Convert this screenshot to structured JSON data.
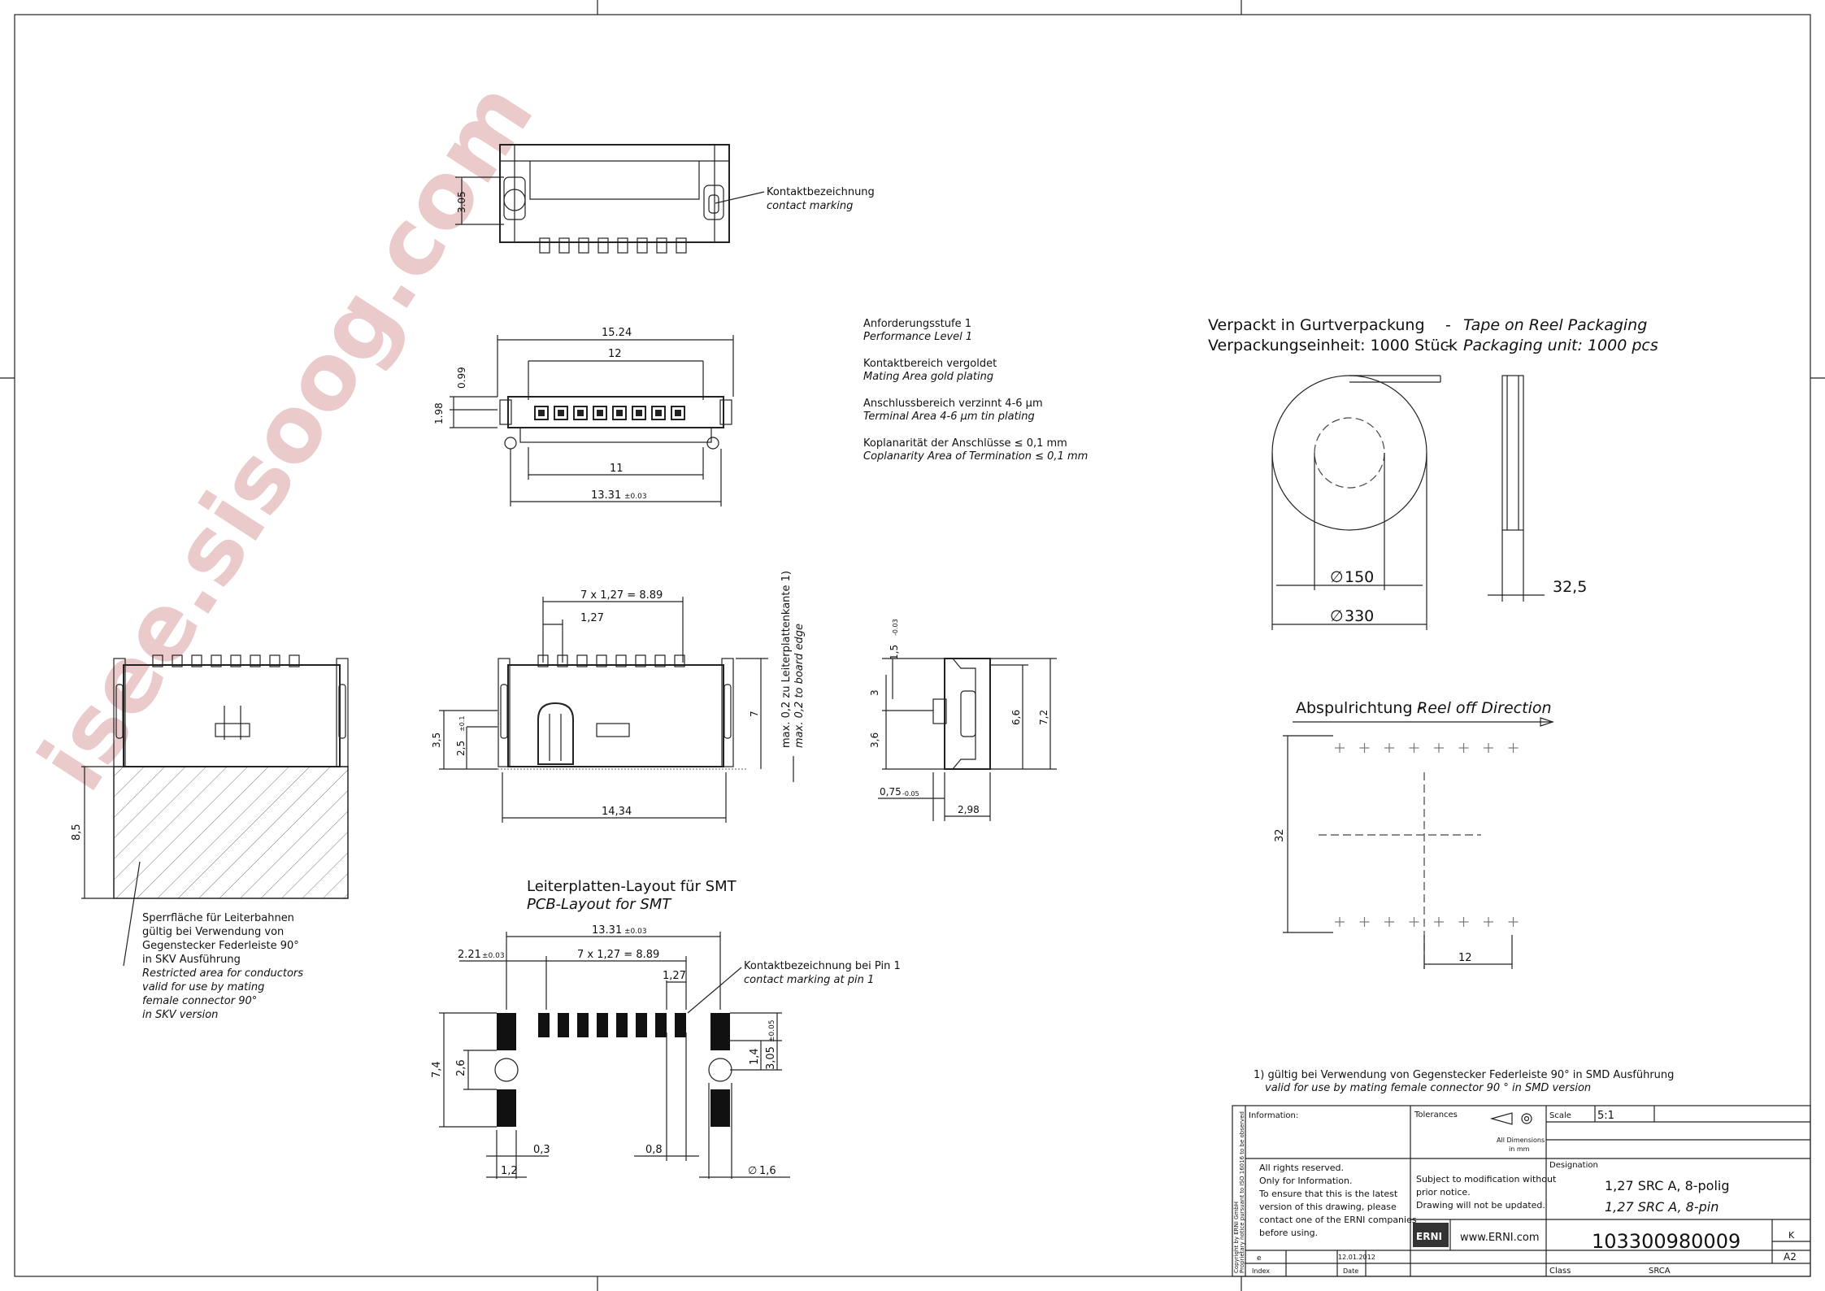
{
  "watermark": "isee.sisoog.com",
  "top_view": {
    "dim_305": "3.05",
    "callout_de": "Kontaktbezeichnung",
    "callout_en": "contact marking"
  },
  "front_view": {
    "dim_1524": "15.24",
    "dim_12": "12",
    "dim_099": "0.99",
    "dim_198": "1.98",
    "dim_11": "11",
    "dim_1331": "13.31",
    "tol_003": "±0.03"
  },
  "notes": [
    {
      "de": "Anforderungsstufe 1",
      "en": "Performance Level 1"
    },
    {
      "de": "Kontaktbereich vergoldet",
      "en": "Mating Area gold plating"
    },
    {
      "de": "Anschlussbereich verzinnt 4-6 µm",
      "en": "Terminal Area 4-6 µm tin plating"
    },
    {
      "de": "Koplanarität der Anschlüsse ≤ 0,1 mm",
      "en": "Coplanarity Area of Termination ≤ 0,1 mm"
    }
  ],
  "packaging": {
    "line1_de": "Verpackt in Gurtverpackung",
    "line1_sep": "-",
    "line1_en": "Tape on Reel Packaging",
    "line2_de": "Verpackungseinheit:  1000 Stück",
    "line2_sep": "-",
    "line2_en": "Packaging unit:  1000 pcs",
    "d150": "150",
    "d330": "330",
    "w325": "32,5",
    "dia": "∅"
  },
  "reel_off": {
    "title_de": "Abspulrichtung -",
    "title_en": "Reel off Direction",
    "dim32": "32",
    "dim12": "12"
  },
  "restricted": {
    "dim85": "8,5",
    "de": [
      "Sperrfläche für Leiterbahnen",
      "gültig bei Verwendung von",
      "Gegenstecker Federleiste 90°",
      "in SKV Ausführung"
    ],
    "en": [
      "Restricted area for conductors",
      "valid for use by mating",
      "female connector 90°",
      "in SKV version"
    ]
  },
  "pin_view": {
    "pitch_total": "7 x 1,27 = 8.89",
    "pitch": "1,27",
    "dim35": "3,5",
    "dim25": "2,5",
    "tol01": "±0.1",
    "dim7": "7",
    "dim1434": "14,34",
    "edge_de": "max. 0,2 zu Leiterplattenkante 1)",
    "edge_en": "max. 0,2 to board edge"
  },
  "side_view": {
    "dim15": "1,5",
    "tol003": "-0.03",
    "dim3": "3",
    "dim36": "3,6",
    "dim66": "6,6",
    "dim72": "7,2",
    "dim075": "0,75",
    "tol005": "-0.05",
    "dim298": "2,98"
  },
  "pcb": {
    "title_de": "Leiterplatten-Layout für SMT",
    "title_en": "PCB-Layout for SMT",
    "dim1331": "13.31",
    "tol003": "±0.03",
    "dim221": "2.21",
    "pitch_total": "7 x 1,27 = 8.89",
    "pitch": "1,27",
    "callout_de": "Kontaktbezeichnung bei Pin 1",
    "callout_en": "contact marking at pin 1",
    "dim74": "7,4",
    "dim26": "2,6",
    "dim14": "1,4",
    "dim305": "3,05",
    "tol005": "±0.05",
    "dim03": "0,3",
    "dim08": "0,8",
    "dim12": "1,2",
    "dim16": "1,6",
    "dia": "∅"
  },
  "footnote": {
    "de": "1) gültig bei Verwendung von Gegenstecker Federleiste 90° in SMD Ausführung",
    "en": "valid for use by mating female connector 90 ° in SMD version"
  },
  "title_block": {
    "information": "Information:",
    "tolerances": "Tolerances",
    "all_dims": "All Dimensions",
    "in_mm": "in mm",
    "scale_label": "Scale",
    "scale": "5:1",
    "designation_label": "Designation",
    "designation_de": "1,27 SRC A, 8-polig",
    "designation_en": "1,27 SRC A, 8-pin",
    "rights": [
      "All rights reserved.",
      "Only for Information.",
      "To ensure that this is the latest",
      "version of this drawing, please",
      "contact one of the ERNI companies",
      "before using."
    ],
    "subject": [
      "Subject to modification without",
      "prior notice.",
      "Drawing will not be updated."
    ],
    "erni": "ERNI",
    "url": "www.ERNI.com",
    "part": "103300980009",
    "rev_k": "K",
    "size": "A2",
    "class_label": "Class",
    "class": "SRCA",
    "index_label": "Index",
    "date_label": "Date",
    "index": "e",
    "date": "12.01.2012",
    "copyright": [
      "Copyright by ERNI GmbH",
      "Proprietary notice pursuant to ISO 16016 to be observed"
    ]
  }
}
